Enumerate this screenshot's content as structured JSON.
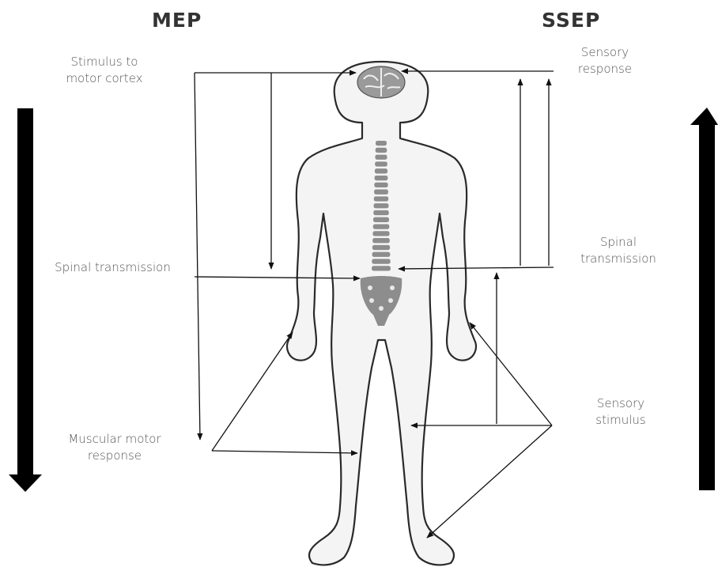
{
  "headings": {
    "left": "MEP",
    "right": "SSEP"
  },
  "labels": {
    "stimulus_motor_cortex": [
      "Stimulus to",
      "motor cortex"
    ],
    "spinal_transmission_left": [
      "Spinal transmission"
    ],
    "muscular_motor_response": [
      "Muscular motor",
      "response"
    ],
    "sensory_response": [
      "Sensory",
      "response"
    ],
    "spinal_transmission_right": [
      "Spinal",
      "transmission"
    ],
    "sensory_stimulus": [
      "Sensory",
      "stimulus"
    ]
  },
  "colors": {
    "ink": "#111111",
    "body_fill": "#f4f4f4",
    "bone": "#8d8d8d",
    "label": "#555555"
  }
}
